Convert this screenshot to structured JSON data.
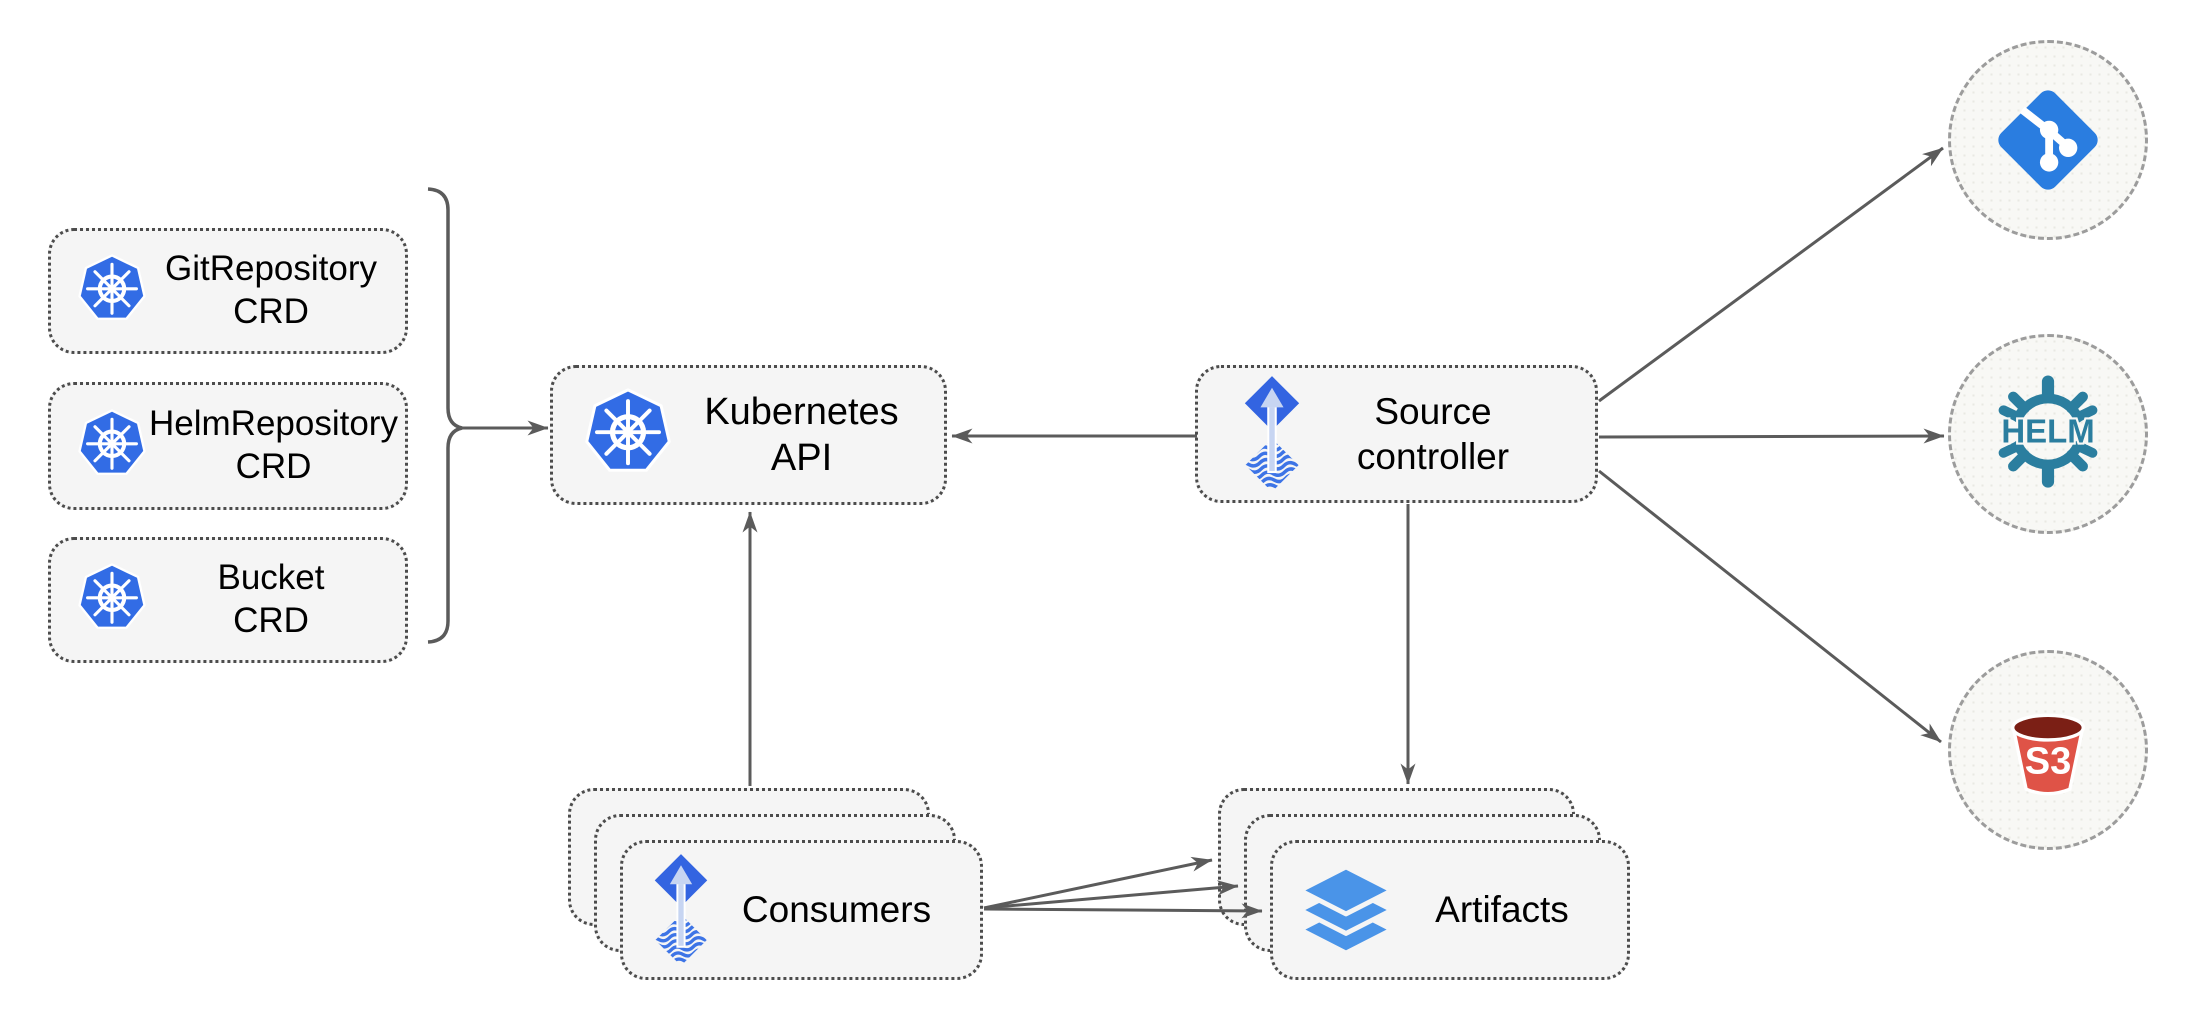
{
  "colors": {
    "kubernetes_blue": "#326CE5",
    "flux_blue": "#3364e1",
    "flux_arrow_light": "#c7d5f2",
    "layers_blue": "#4a94e8",
    "git_blue": "#2a7de0",
    "helm_teal": "#2b7e9f",
    "s3_red": "#df5347",
    "s3_dark_red": "#7b1f15",
    "arrow_gray": "#5b5b5b",
    "node_fill": "#f5f5f5",
    "node_border": "#4c4c4c",
    "circle_fill": "#f8f8f5",
    "circle_border": "#9c9c9c",
    "text_color": "#000000"
  },
  "nodes": {
    "crd_boxes": [
      {
        "line1": "GitRepository",
        "line2": "CRD",
        "icon": "kubernetes-icon"
      },
      {
        "line1": "HelmRepository",
        "line2": "CRD",
        "icon": "kubernetes-icon"
      },
      {
        "line1": "Bucket",
        "line2": "CRD",
        "icon": "kubernetes-icon"
      }
    ],
    "kubernetes_api": {
      "label": "Kubernetes API",
      "icon": "kubernetes-icon"
    },
    "source_controller": {
      "line1": "Source",
      "line2": "controller",
      "icon": "flux-icon"
    },
    "consumers": {
      "label": "Consumers",
      "icon": "flux-icon",
      "stack_count": 3
    },
    "artifacts": {
      "label": "Artifacts",
      "icon": "layers-icon",
      "stack_count": 3
    },
    "external": [
      {
        "name": "git",
        "icon": "git-icon",
        "label": ""
      },
      {
        "name": "helm",
        "icon": "helm-icon",
        "label": "HELM"
      },
      {
        "name": "s3",
        "icon": "s3-bucket-icon",
        "label": "S3"
      }
    ]
  },
  "edges": [
    {
      "from": "crd-group",
      "to": "kubernetes-api",
      "via": "bracket"
    },
    {
      "from": "source-controller",
      "to": "kubernetes-api"
    },
    {
      "from": "consumers",
      "to": "kubernetes-api"
    },
    {
      "from": "source-controller",
      "to": "artifacts"
    },
    {
      "from": "source-controller",
      "to": "git"
    },
    {
      "from": "source-controller",
      "to": "helm"
    },
    {
      "from": "source-controller",
      "to": "s3"
    },
    {
      "from": "consumers",
      "to": "artifacts",
      "count": 3
    }
  ]
}
